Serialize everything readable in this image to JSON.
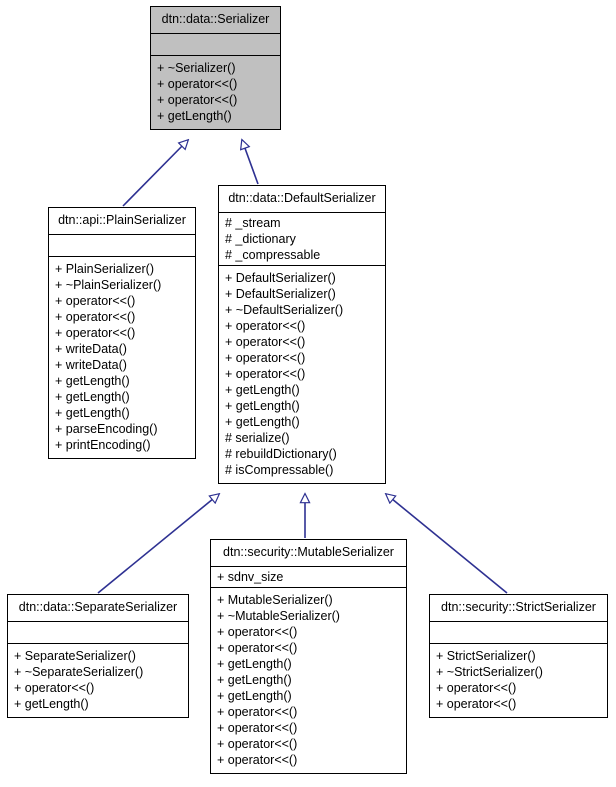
{
  "diagram": {
    "type": "uml-class-inheritance",
    "title": "dtn::data::Serializer inheritance diagram",
    "colors": {
      "edge": "#2e3192",
      "box_border": "#000000",
      "box_fill": "#ffffff",
      "root_fill": "#c0c0c0",
      "text": "#000000"
    },
    "classes": [
      {
        "id": "serializer",
        "name": "dtn::data::Serializer",
        "attributes": [],
        "operations": [
          "+ ~Serializer()",
          "+ operator<<()",
          "+ operator<<()",
          "+ getLength()"
        ]
      },
      {
        "id": "plain",
        "name": "dtn::api::PlainSerializer",
        "attributes": [],
        "operations": [
          "+ PlainSerializer()",
          "+ ~PlainSerializer()",
          "+ operator<<()",
          "+ operator<<()",
          "+ operator<<()",
          "+ writeData()",
          "+ writeData()",
          "+ getLength()",
          "+ getLength()",
          "+ getLength()",
          "+ parseEncoding()",
          "+ printEncoding()"
        ]
      },
      {
        "id": "default",
        "name": "dtn::data::DefaultSerializer",
        "attributes": [
          "# _stream",
          "# _dictionary",
          "# _compressable"
        ],
        "operations": [
          "+ DefaultSerializer()",
          "+ DefaultSerializer()",
          "+ ~DefaultSerializer()",
          "+ operator<<()",
          "+ operator<<()",
          "+ operator<<()",
          "+ operator<<()",
          "+ getLength()",
          "+ getLength()",
          "+ getLength()",
          "# serialize()",
          "# rebuildDictionary()",
          "# isCompressable()"
        ]
      },
      {
        "id": "separate",
        "name": "dtn::data::SeparateSerializer",
        "attributes": [],
        "operations": [
          "+ SeparateSerializer()",
          "+ ~SeparateSerializer()",
          "+ operator<<()",
          "+ getLength()"
        ]
      },
      {
        "id": "mutable",
        "name": "dtn::security::MutableSerializer",
        "attributes": [
          "+ sdnv_size"
        ],
        "operations": [
          "+ MutableSerializer()",
          "+ ~MutableSerializer()",
          "+ operator<<()",
          "+ operator<<()",
          "+ getLength()",
          "+ getLength()",
          "+ getLength()",
          "+ operator<<()",
          "+ operator<<()",
          "+ operator<<()",
          "+ operator<<()"
        ]
      },
      {
        "id": "strict",
        "name": "dtn::security::StrictSerializer",
        "attributes": [],
        "operations": [
          "+ StrictSerializer()",
          "+ ~StrictSerializer()",
          "+ operator<<()",
          "+ operator<<()"
        ]
      }
    ],
    "edges": [
      {
        "from": "plain",
        "to": "serializer",
        "kind": "generalization"
      },
      {
        "from": "default",
        "to": "serializer",
        "kind": "generalization"
      },
      {
        "from": "separate",
        "to": "default",
        "kind": "generalization"
      },
      {
        "from": "mutable",
        "to": "default",
        "kind": "generalization"
      },
      {
        "from": "strict",
        "to": "default",
        "kind": "generalization"
      }
    ]
  }
}
